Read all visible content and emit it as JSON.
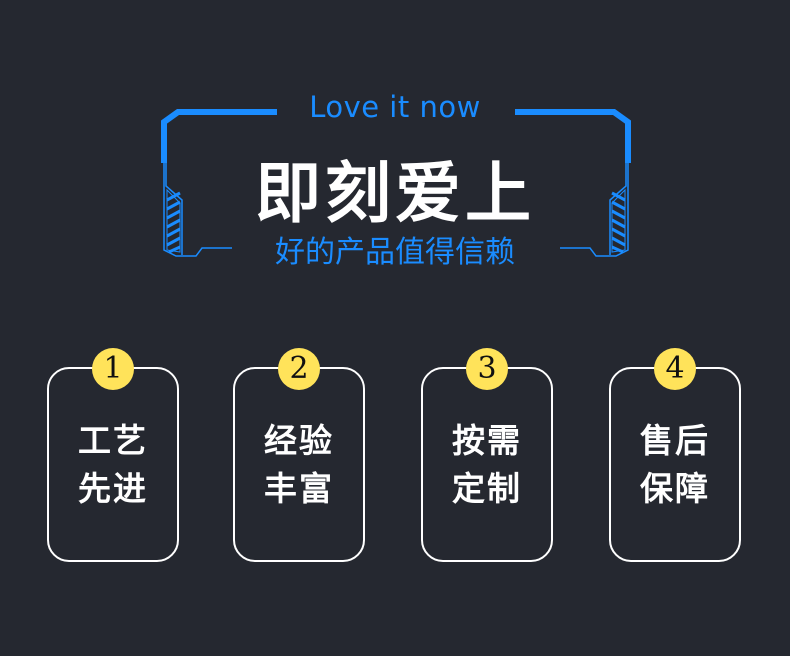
{
  "header": {
    "tagline_en": "Love it now",
    "title": "即刻爱上",
    "subtitle": "好的产品值得信赖"
  },
  "features": [
    {
      "number": "1",
      "line1": "工艺",
      "line2": "先进"
    },
    {
      "number": "2",
      "line1": "经验",
      "line2": "丰富"
    },
    {
      "number": "3",
      "line1": "按需",
      "line2": "定制"
    },
    {
      "number": "4",
      "line1": "售后",
      "line2": "保障"
    }
  ],
  "colors": {
    "background": "#252830",
    "accent": "#1a8cff",
    "badge": "#ffe35a",
    "text": "#ffffff"
  }
}
